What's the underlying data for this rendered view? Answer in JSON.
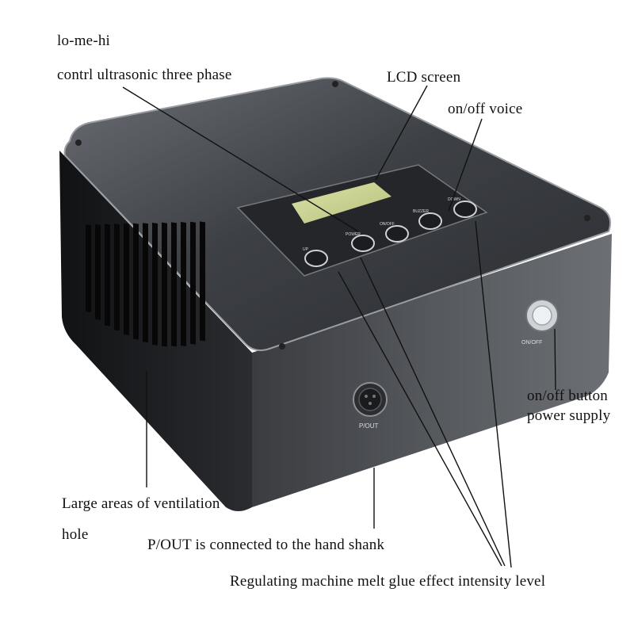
{
  "callouts": {
    "lo_me_hi": "lo-me-hi",
    "control_three_phase": "contrl ultrasonic three phase",
    "lcd_screen": "LCD screen",
    "on_off_voice": "on/off voice",
    "on_off_button_line1": "on/off button",
    "on_off_button_line2": "power supply",
    "ventilation_line1": "Large areas of ventilation",
    "ventilation_line2": "hole",
    "p_out": "P/OUT is connected to the hand shank",
    "regulating": "Regulating machine melt glue effect intensity level"
  },
  "device": {
    "panel_buttons": [
      "UP",
      "POWER",
      "ON/OFF",
      "BUZZER",
      "DOWN"
    ],
    "front_port_label": "P/OUT",
    "switch_label": "ON/OFF"
  }
}
